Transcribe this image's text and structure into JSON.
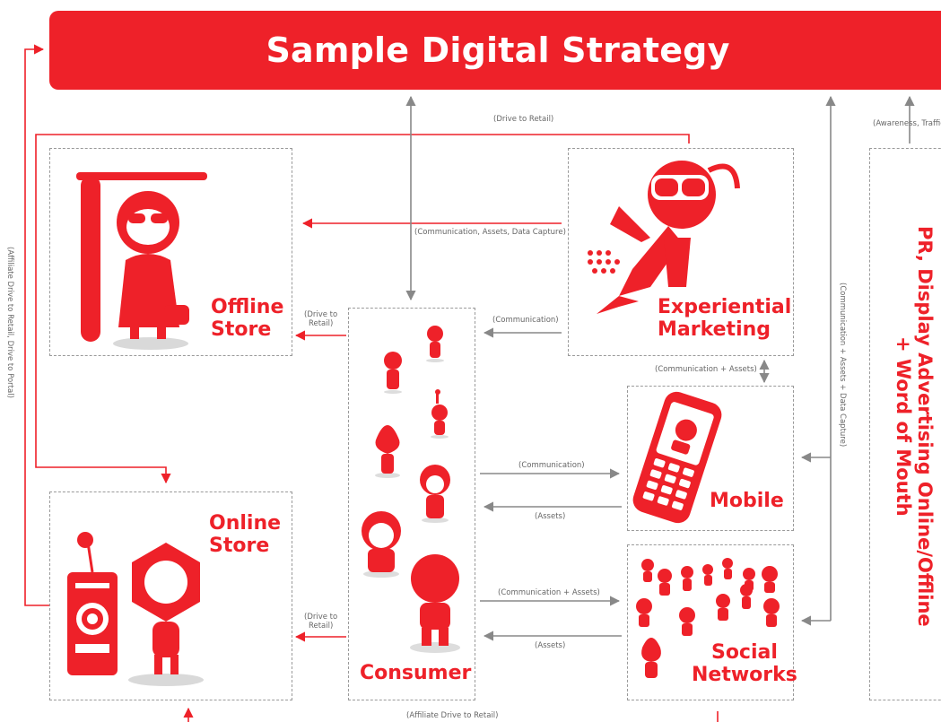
{
  "title": "Sample Digital Strategy",
  "boxes": {
    "offline_store": {
      "line1": "Offline",
      "line2": "Store"
    },
    "online_store": {
      "line1": "Online",
      "line2": "Store"
    },
    "experiential": {
      "line1": "Experiential",
      "line2": "Marketing"
    },
    "mobile": {
      "label": "Mobile"
    },
    "social": {
      "line1": "Social",
      "line2": "Networks"
    },
    "consumer": {
      "label": "Consumer"
    },
    "pr": {
      "line1": "PR, Display Advertising Online/Offline",
      "line2": "+ Word of Mouth"
    }
  },
  "notes": {
    "drive_to_retail_top": "(Drive to Retail)",
    "comm_assets_data": "(Communication, Assets, Data Capture)",
    "communication_exp": "(Communication)",
    "drive_retail_offline_1": "(Drive to",
    "drive_retail_offline_2": "Retail)",
    "comm_assets_mobile": "(Communication + Assets)",
    "communication_mobile": "(Communication)",
    "assets_mobile": "(Assets)",
    "comm_assets_social": "(Communication + Assets)",
    "assets_social": "(Assets)",
    "drive_retail_online_1": "(Drive to",
    "drive_retail_online_2": "Retail)",
    "affiliate_bottom": "(Affiliate Drive to Retail)",
    "awareness": "(Awareness, Traffic",
    "affiliate_left": "(Affiliate Drive to Retail, Drive to Portal)",
    "comm_assets_data_vertical": "(Communication + Assets + Data Capture)"
  },
  "colors": {
    "accent": "#ee2129",
    "connector": "#888888",
    "dashed_border": "#9a9a9a"
  }
}
